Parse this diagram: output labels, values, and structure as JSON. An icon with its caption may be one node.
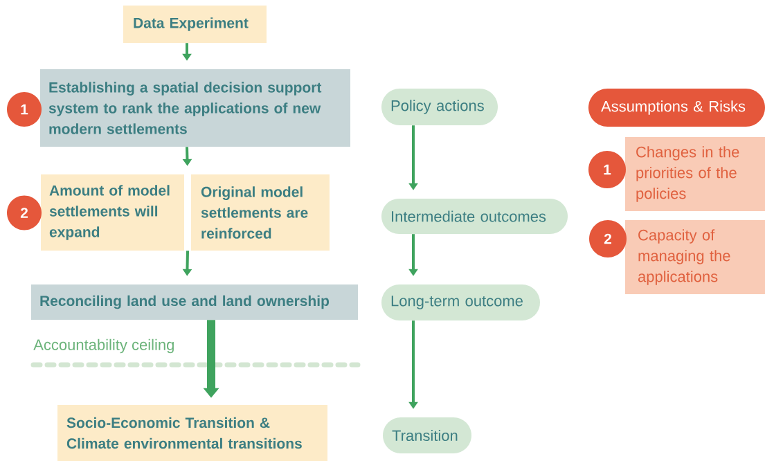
{
  "diagram": {
    "nodes": [
      {
        "text": [
          "Data Experiment"
        ]
      },
      {
        "text": [
          "Establishing a spatial decision support system to rank the applications of new modern settlements"
        ]
      },
      {
        "text": [
          "1"
        ]
      },
      {
        "text": [
          "Amount of model settlements will expand"
        ]
      },
      {
        "text": [
          "Original model settlements are reinforced"
        ]
      },
      {
        "text": [
          "2"
        ]
      },
      {
        "text": [
          "Reconciling land use and land ownership"
        ]
      },
      {
        "text": [
          "Socio-Economic Transition & Climate environmental transitions"
        ]
      },
      {
        "text": [
          "Policy actions"
        ]
      },
      {
        "text": [
          "Intermediate outcomes"
        ]
      },
      {
        "text": [
          "Long-term outcome"
        ]
      },
      {
        "text": [
          "Transition"
        ]
      },
      {
        "text": [
          "Assumptions & Risks"
        ]
      },
      {
        "text": [
          "1"
        ]
      },
      {
        "text": [
          "Changes in the priorities of the policies"
        ]
      },
      {
        "text": [
          "2"
        ]
      },
      {
        "text": [
          "Capacity of managing the applications"
        ]
      }
    ],
    "edges": [
      {
        "from": 0,
        "to": 1,
        "arrow": "to"
      },
      {
        "from": 1,
        "to": 3,
        "arrow": "to"
      },
      {
        "from": 1,
        "to": 4,
        "arrow": "to"
      },
      {
        "from": 3,
        "to": 6,
        "arrow": "to"
      },
      {
        "from": 4,
        "to": 6,
        "arrow": "to"
      },
      {
        "from": 6,
        "to": 7,
        "arrow": "to",
        "style": "thick"
      },
      {
        "from": 8,
        "to": 9,
        "arrow": "to"
      },
      {
        "from": 9,
        "to": 10,
        "arrow": "to"
      },
      {
        "from": 10,
        "to": 11,
        "arrow": "to"
      }
    ],
    "labels": [
      "Accountability ceiling"
    ]
  }
}
